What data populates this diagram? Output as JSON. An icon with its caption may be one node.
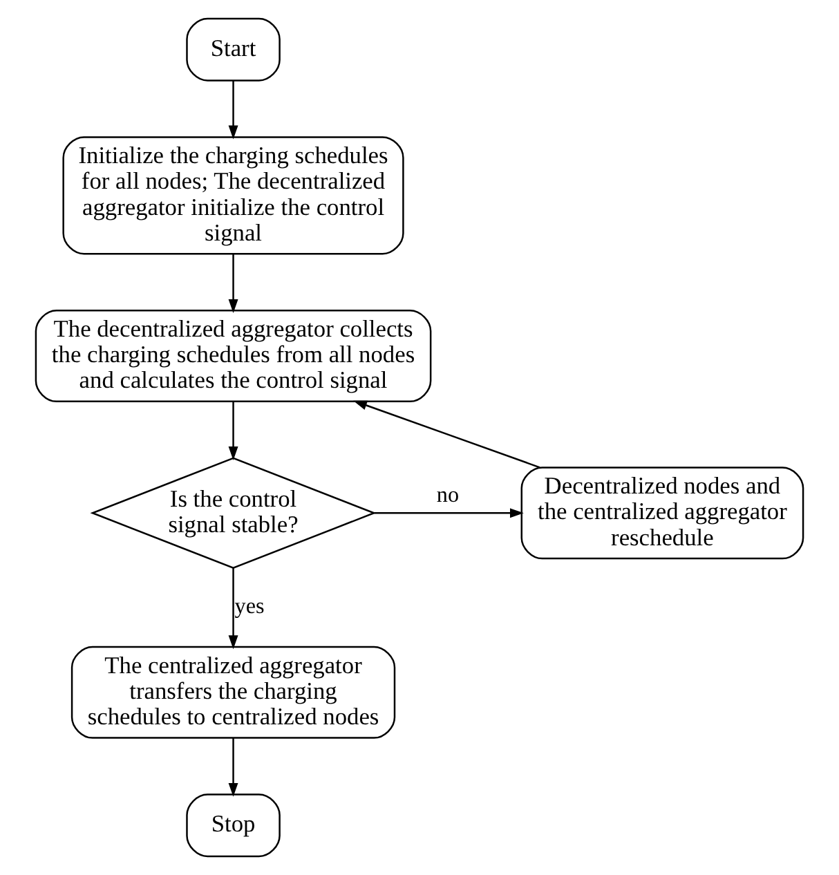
{
  "diagram": {
    "nodes": [
      {
        "text": [
          "Start"
        ]
      },
      {
        "text": [
          "Initialize the charging schedules for all nodes; The decentralized aggregator initialize the control signal"
        ]
      },
      {
        "text": [
          "The decentralized aggregator collects the charging schedules from all nodes and calculates the control signal"
        ]
      },
      {
        "text": [
          "Is the control signal stable?"
        ]
      },
      {
        "text": [
          "Decentralized nodes and the centralized aggregator reschedule"
        ]
      },
      {
        "text": [
          "The centralized aggregator transfers the charging schedules to centralized nodes"
        ]
      },
      {
        "text": [
          "Stop"
        ]
      }
    ],
    "edges": [
      {
        "from": 0,
        "to": 1,
        "arrow": "to"
      },
      {
        "from": 1,
        "to": 2,
        "arrow": "to"
      },
      {
        "from": 2,
        "to": 3,
        "arrow": "to"
      },
      {
        "from": 3,
        "to": 4,
        "arrow": "to",
        "label": "no"
      },
      {
        "from": 4,
        "to": 2,
        "arrow": "to"
      },
      {
        "from": 3,
        "to": 5,
        "arrow": "to",
        "label": "yes"
      },
      {
        "from": 5,
        "to": 6,
        "arrow": "to"
      }
    ]
  }
}
